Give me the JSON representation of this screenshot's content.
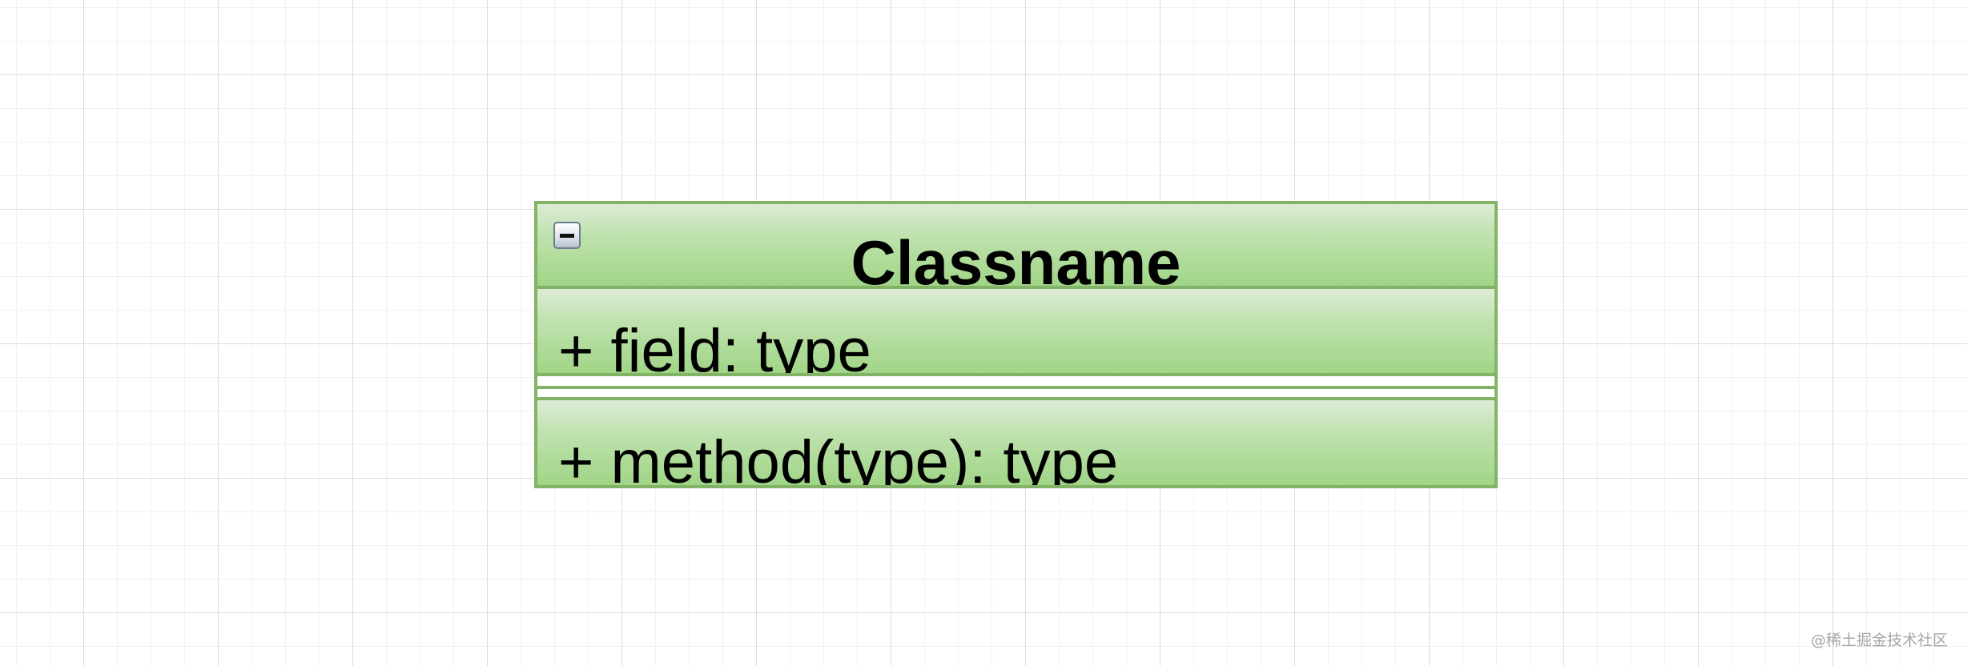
{
  "diagram": {
    "type": "uml-class",
    "class_box": {
      "name": "Classname",
      "collapsed": false,
      "attributes": [
        "+ field: type"
      ],
      "operations": [
        "+ method(type): type"
      ]
    },
    "colors": {
      "stroke": "#82b366",
      "fill_top": "#dcebd5",
      "fill_bottom": "#a0d587",
      "text": "#000000",
      "grid": "#dcdcdc"
    },
    "grid": true
  },
  "watermark": {
    "text": "@稀土掘金技术社区"
  },
  "icons": {
    "collapse_toggle": "collapse-minus-icon"
  }
}
